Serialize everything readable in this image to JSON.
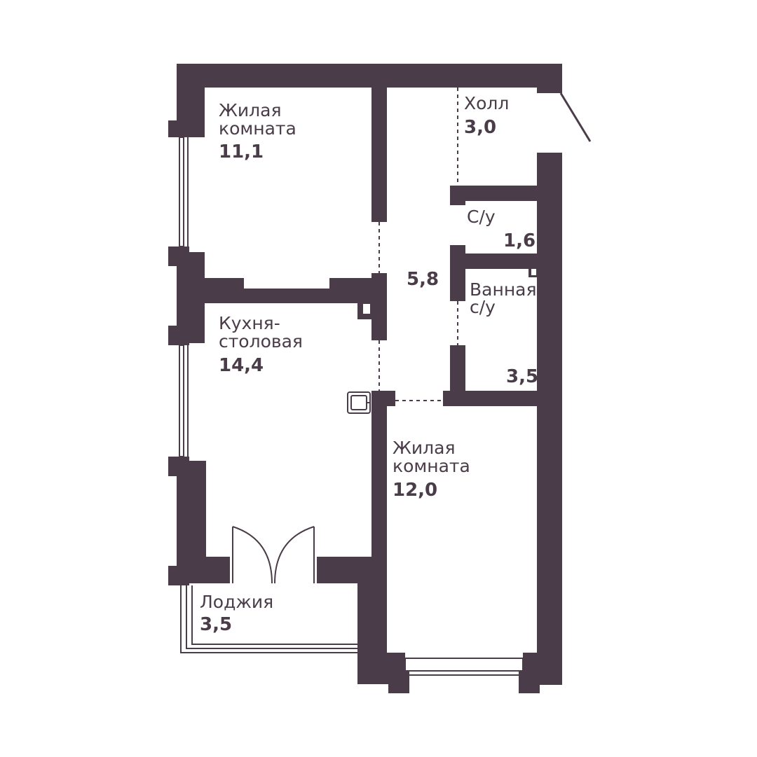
{
  "colors": {
    "wall": "#4a3c48",
    "background": "#ffffff"
  },
  "rooms": {
    "living1": {
      "name_line1": "Жилая",
      "name_line2": "комната",
      "area": "11,1"
    },
    "hall": {
      "name": "Холл",
      "area": "3,0"
    },
    "wc": {
      "name": "С/у",
      "area": "1,6"
    },
    "corridor": {
      "area": "5,8"
    },
    "bath": {
      "name_line1": "Ванная",
      "name_line2": "с/у",
      "area": "3,5"
    },
    "kitchen": {
      "name_line1": "Кухня-",
      "name_line2": "столовая",
      "area": "14,4"
    },
    "living2": {
      "name_line1": "Жилая",
      "name_line2": "комната",
      "area": "12,0"
    },
    "loggia": {
      "name": "Лоджия",
      "area": "3,5"
    }
  }
}
